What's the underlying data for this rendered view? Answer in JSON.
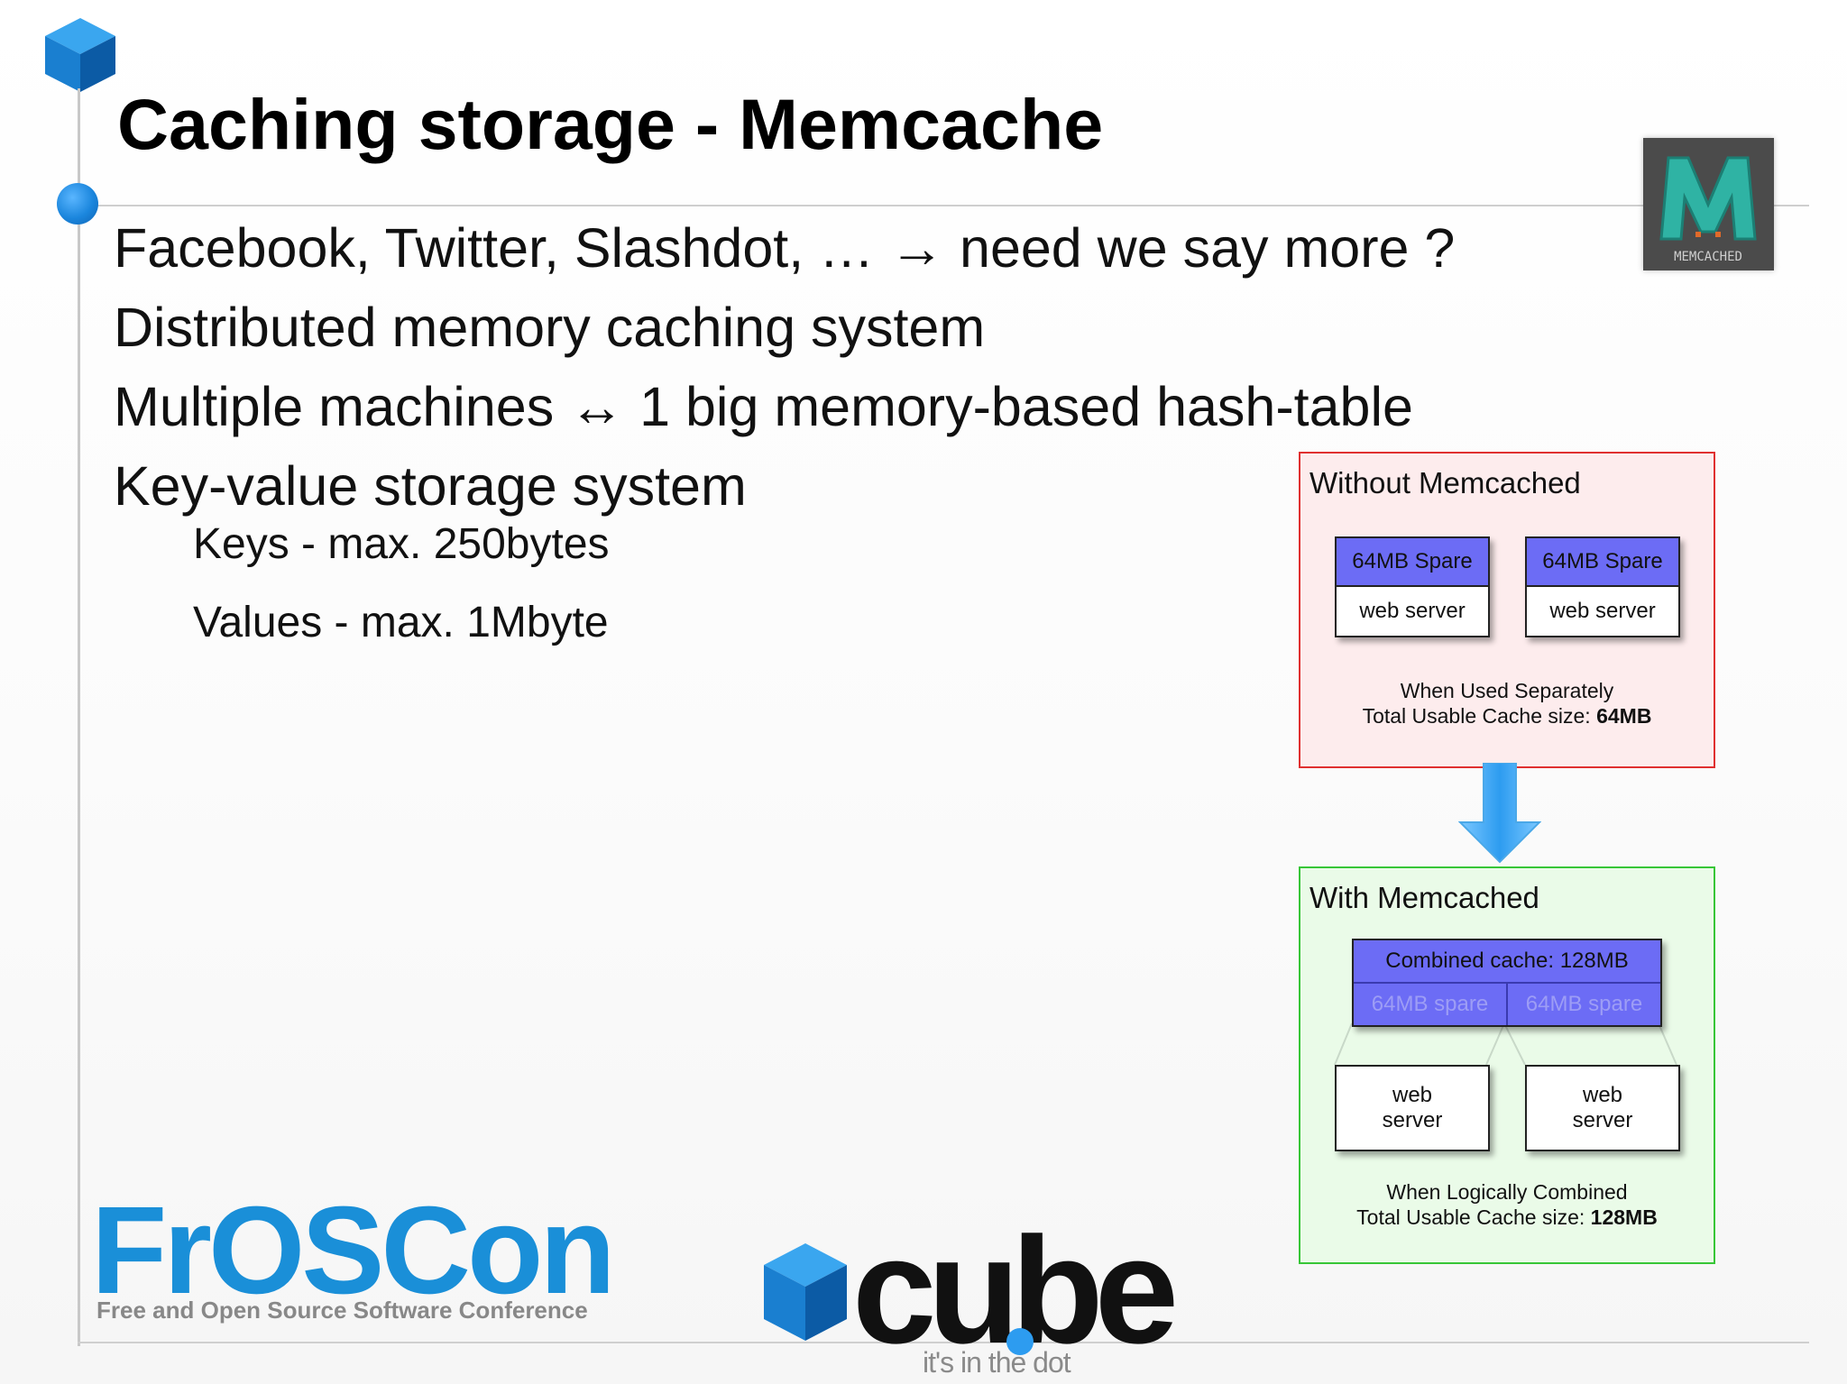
{
  "slide": {
    "title": "Caching storage - Memcache",
    "bullets": [
      "Facebook, Twitter, Slashdot, … → need we say more ?",
      "Distributed memory caching system",
      "Multiple machines ↔ 1 big memory-based hash-table",
      "Key-value storage system"
    ],
    "sub_bullets": [
      "Keys - max. 250bytes",
      "Values - max. 1Mbyte"
    ]
  },
  "logos": {
    "memcached": "MEMCACHED",
    "froscon_name": "FrOSCon",
    "froscon_tagline": "Free and Open Source Software Conference",
    "cube_name": "cube",
    "cube_tagline": "it's in the dot"
  },
  "diagram": {
    "without": {
      "title": "Without Memcached",
      "servers": [
        {
          "spare": "64MB Spare",
          "label": "web server"
        },
        {
          "spare": "64MB Spare",
          "label": "web server"
        }
      ],
      "caption_line1": "When Used Separately",
      "caption_prefix": "Total Usable Cache size:",
      "caption_value": "64MB"
    },
    "with": {
      "title": "With Memcached",
      "combined_label": "Combined cache: 128MB",
      "spares": [
        "64MB spare",
        "64MB spare"
      ],
      "servers": [
        "web\nserver",
        "web\nserver"
      ],
      "caption_line1": "When Logically Combined",
      "caption_prefix": "Total Usable Cache size:",
      "caption_value": "128MB"
    }
  },
  "colors": {
    "accent_blue": "#1b86dd",
    "without_border": "#e03030",
    "with_border": "#37c637",
    "spare_fill": "#6c6cf5"
  }
}
